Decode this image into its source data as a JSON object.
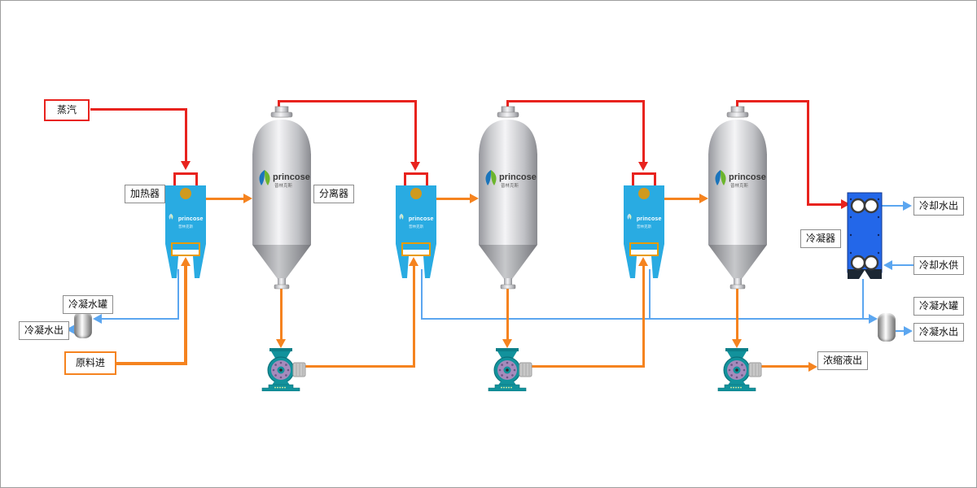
{
  "colors": {
    "steam_line": "#e8231e",
    "process_line": "#f5831f",
    "water_line": "#5ba6f0",
    "heater_body": "#29abe2",
    "heater_port_gold": "#d09a1e",
    "sight_glass_border": "#e89b00",
    "condenser_body": "#2367e9",
    "pump_body": "#12929c",
    "pump_disc": "#a58bbc",
    "label_border": "#8c8c8c",
    "canvas_border": "#9e9e9e"
  },
  "brand": {
    "name": "princose",
    "name_cn": "普林克斯"
  },
  "labels": {
    "steam": "蒸汽",
    "heater": "加热器",
    "separator": "分离器",
    "condenser": "冷凝器",
    "cooling_water_out": "冷却水出",
    "cooling_water_supply": "冷却水供",
    "condensate_tank": "冷凝水罐",
    "condensate_water_out": "冷凝水出",
    "feed_in": "原料进",
    "concentrate_out": "浓缩液出"
  }
}
